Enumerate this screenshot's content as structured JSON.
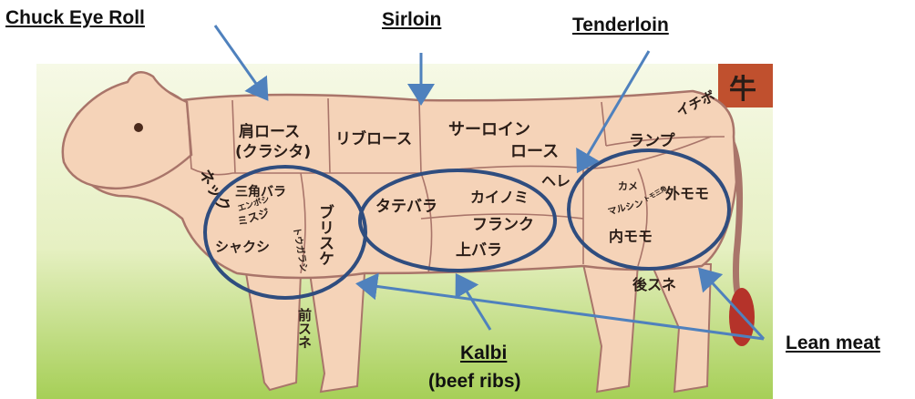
{
  "callouts": {
    "chuck_eye_roll": "Chuck Eye Roll",
    "sirloin": "Sirloin",
    "tenderloin": "Tenderloin",
    "kalbi": "Kalbi",
    "kalbi_sub": "(beef ribs)",
    "lean_meat": "Lean meat"
  },
  "cuts": {
    "neck": "ネック",
    "kata_rosu": "肩ロース",
    "kurashita": "(クラシタ)",
    "ribu_rosu": "リブロース",
    "sarloin": "サーロイン",
    "rosu": "ロース",
    "ichibo": "イチボ",
    "rampu": "ランプ",
    "hire": "ヘレ",
    "sankaku_bara": "三角バラ",
    "zabuton": "ミスジ",
    "zabuton_small": "エンボシ",
    "shakushi": "シャクシ",
    "togarashi": "トウガラシ",
    "burisuke": "ブリスケ",
    "tatebara": "タテバラ",
    "kainomi": "カイノミ",
    "furanku": "フランク",
    "jo_bara": "上バラ",
    "kame": "カメ",
    "marushin": "マルシン",
    "tomomo": "トモ三角",
    "soto_momo": "外モモ",
    "uchi_momo": "内モモ",
    "mae_sune": "前スネ",
    "ato_sune": "後スネ",
    "logo": "牛"
  },
  "colors": {
    "arrow": "#4f81bd",
    "ellipse": "#2f4d7f",
    "body": "#f5d3b8",
    "outline": "#a9756a",
    "background_top": "#f2f8d9",
    "background_bottom": "#9cc84a"
  }
}
